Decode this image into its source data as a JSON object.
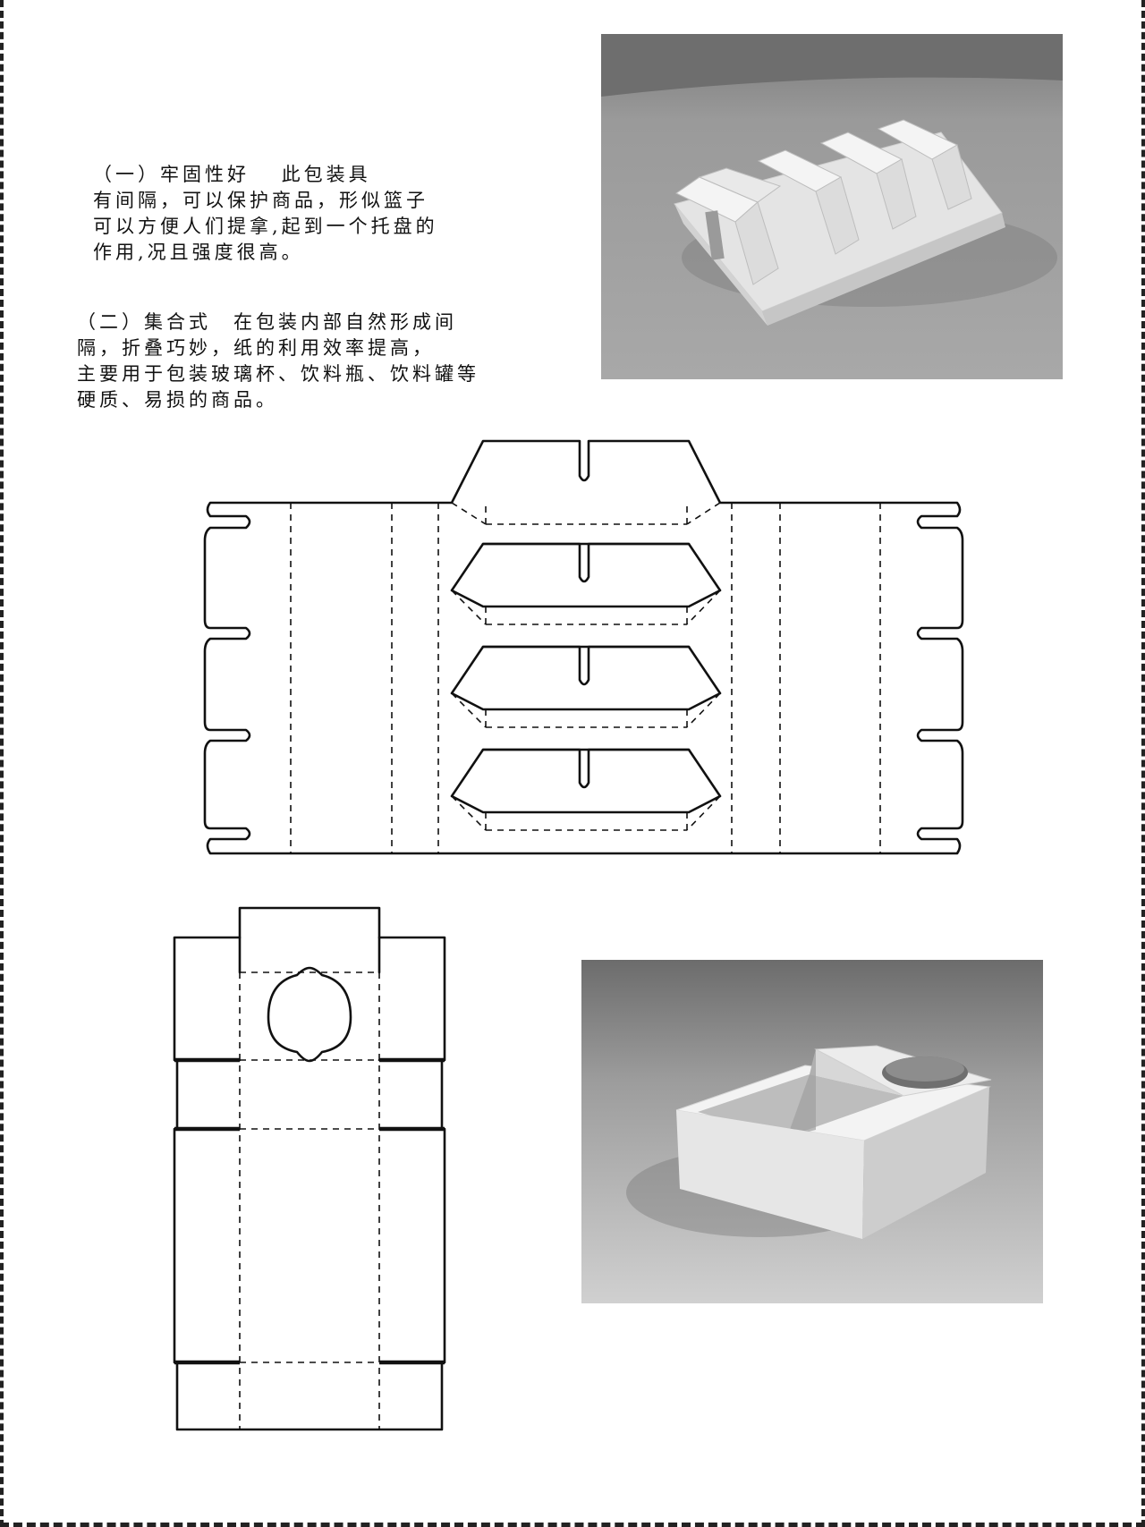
{
  "page": {
    "paragraphs": [
      {
        "lines": [
          "（一）牢固性好　 此包装具",
          "有间隔，可以保护商品，形似篮子",
          "可以方便人们提拿,起到一个托盘的",
          "作用,况且强度很高。"
        ]
      },
      {
        "lines": [
          "（二）集合式　在包装内部自然形成间",
          "隔，折叠巧妙，纸的利用效率提高，",
          "主要用于包装玻璃杯、饮料瓶、饮料罐等",
          "硬质、易损的商品。"
        ]
      }
    ]
  },
  "colors": {
    "line": "#111111",
    "background": "#ffffff",
    "photo_gray": "#8c8c8c",
    "paper_white": "#f2f2f2"
  }
}
